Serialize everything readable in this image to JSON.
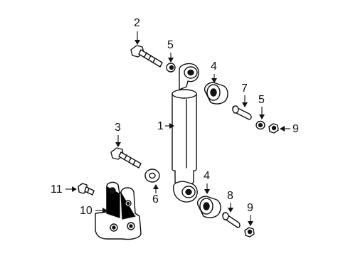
{
  "diagram": {
    "callouts": [
      {
        "id": "c1",
        "label": "1"
      },
      {
        "id": "c2",
        "label": "2"
      },
      {
        "id": "c3",
        "label": "3"
      },
      {
        "id": "c4a",
        "label": "4"
      },
      {
        "id": "c4b",
        "label": "4"
      },
      {
        "id": "c5a",
        "label": "5"
      },
      {
        "id": "c5b",
        "label": "5"
      },
      {
        "id": "c6",
        "label": "6"
      },
      {
        "id": "c7",
        "label": "7"
      },
      {
        "id": "c8",
        "label": "8"
      },
      {
        "id": "c9a",
        "label": "9"
      },
      {
        "id": "c9b",
        "label": "9"
      },
      {
        "id": "c10",
        "label": "10"
      },
      {
        "id": "c11",
        "label": "11"
      }
    ],
    "colors": {
      "line": "#111111",
      "background": "#ffffff",
      "fill": "#ffffff"
    }
  }
}
